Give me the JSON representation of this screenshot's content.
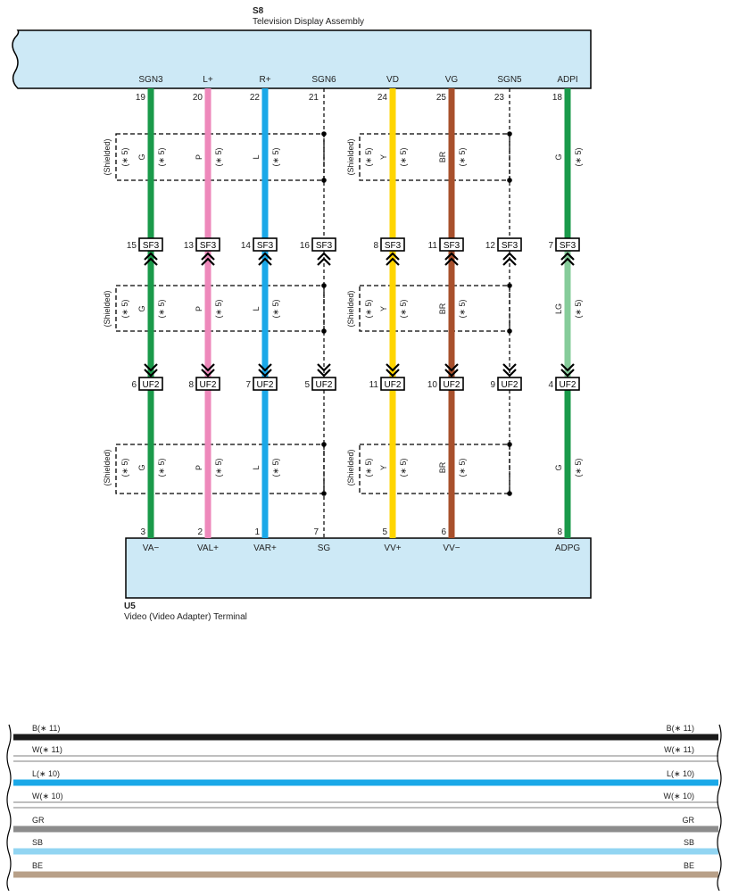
{
  "top_component": {
    "code": "S8",
    "name": "Television Display Assembly"
  },
  "bottom_component": {
    "code": "U5",
    "name": "Video (Video Adapter) Terminal"
  },
  "shield_label": "(Shielded)",
  "shield_note": "(∗ 5)",
  "colors": {
    "G": "#1a9a4a",
    "P": "#ee88bb",
    "L": "#1aa8e8",
    "Y": "#ffd500",
    "BR": "#a8502c",
    "LG": "#86cc9a",
    "body_fill": "#cde9f6",
    "shield_line": "#000000"
  },
  "wires": [
    {
      "id": "sgn3",
      "signal": "SGN3",
      "top_pin": "19",
      "sf3_pin": "15",
      "uf2_pin": "6",
      "bottom_pin": "3",
      "bottom_signal": "VA−",
      "color_top": "G",
      "color_mid": "G",
      "color_bot": "G",
      "solid": true
    },
    {
      "id": "lplus",
      "signal": "L+",
      "top_pin": "20",
      "sf3_pin": "13",
      "uf2_pin": "8",
      "bottom_pin": "2",
      "bottom_signal": "VAL+",
      "color_top": "P",
      "color_mid": "P",
      "color_bot": "P",
      "solid": true
    },
    {
      "id": "rplus",
      "signal": "R+",
      "top_pin": "22",
      "sf3_pin": "14",
      "uf2_pin": "7",
      "bottom_pin": "1",
      "bottom_signal": "VAR+",
      "color_top": "L",
      "color_mid": "L",
      "color_bot": "L",
      "solid": true
    },
    {
      "id": "sgn6",
      "signal": "SGN6",
      "top_pin": "21",
      "sf3_pin": "16",
      "uf2_pin": "5",
      "bottom_pin": "7",
      "bottom_signal": "SG",
      "color_top": "",
      "color_mid": "",
      "color_bot": "",
      "solid": false
    },
    {
      "id": "vd",
      "signal": "VD",
      "top_pin": "24",
      "sf3_pin": "8",
      "uf2_pin": "11",
      "bottom_pin": "5",
      "bottom_signal": "VV+",
      "color_top": "Y",
      "color_mid": "Y",
      "color_bot": "Y",
      "solid": true
    },
    {
      "id": "vg",
      "signal": "VG",
      "top_pin": "25",
      "sf3_pin": "11",
      "uf2_pin": "10",
      "bottom_pin": "6",
      "bottom_signal": "VV−",
      "color_top": "BR",
      "color_mid": "BR",
      "color_bot": "BR",
      "solid": true
    },
    {
      "id": "sgn5",
      "signal": "SGN5",
      "top_pin": "23",
      "sf3_pin": "12",
      "uf2_pin": "9",
      "bottom_pin": "",
      "bottom_signal": "",
      "color_top": "",
      "color_mid": "",
      "color_bot": "",
      "solid": false
    },
    {
      "id": "adpi",
      "signal": "ADPI",
      "top_pin": "18",
      "sf3_pin": "7",
      "uf2_pin": "4",
      "bottom_pin": "8",
      "bottom_signal": "ADPG",
      "color_top": "G",
      "color_mid": "LG",
      "color_bot": "G",
      "solid": true
    }
  ],
  "connectors": {
    "upper": "SF3",
    "lower": "UF2"
  },
  "legend": [
    {
      "label": "B(∗ 11)",
      "color": "#1a1a1a",
      "style": "solid"
    },
    {
      "label": "W(∗ 11)",
      "color": "#ffffff",
      "style": "outline"
    },
    {
      "label": "L(∗ 10)",
      "color": "#1aa8e8",
      "style": "solid"
    },
    {
      "label": "W(∗ 10)",
      "color": "#ffffff",
      "style": "outline"
    },
    {
      "label": "GR",
      "color": "#8c8c8c",
      "style": "solid"
    },
    {
      "label": "SB",
      "color": "#92d5f2",
      "style": "solid"
    },
    {
      "label": "BE",
      "color": "#b8a088",
      "style": "solid"
    }
  ]
}
